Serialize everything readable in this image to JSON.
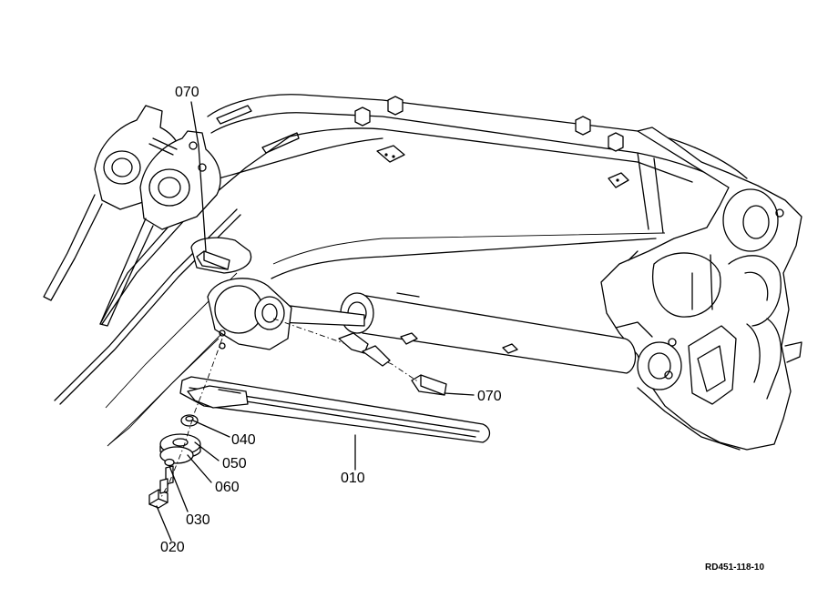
{
  "callouts": [
    {
      "id": "c070a",
      "text": "070"
    },
    {
      "id": "c070b",
      "text": "070"
    },
    {
      "id": "c040",
      "text": "040"
    },
    {
      "id": "c050",
      "text": "050"
    },
    {
      "id": "c060",
      "text": "060"
    },
    {
      "id": "c010",
      "text": "010"
    },
    {
      "id": "c030",
      "text": "030"
    },
    {
      "id": "c020",
      "text": "020"
    }
  ],
  "reference_code": "RD451-118-10"
}
